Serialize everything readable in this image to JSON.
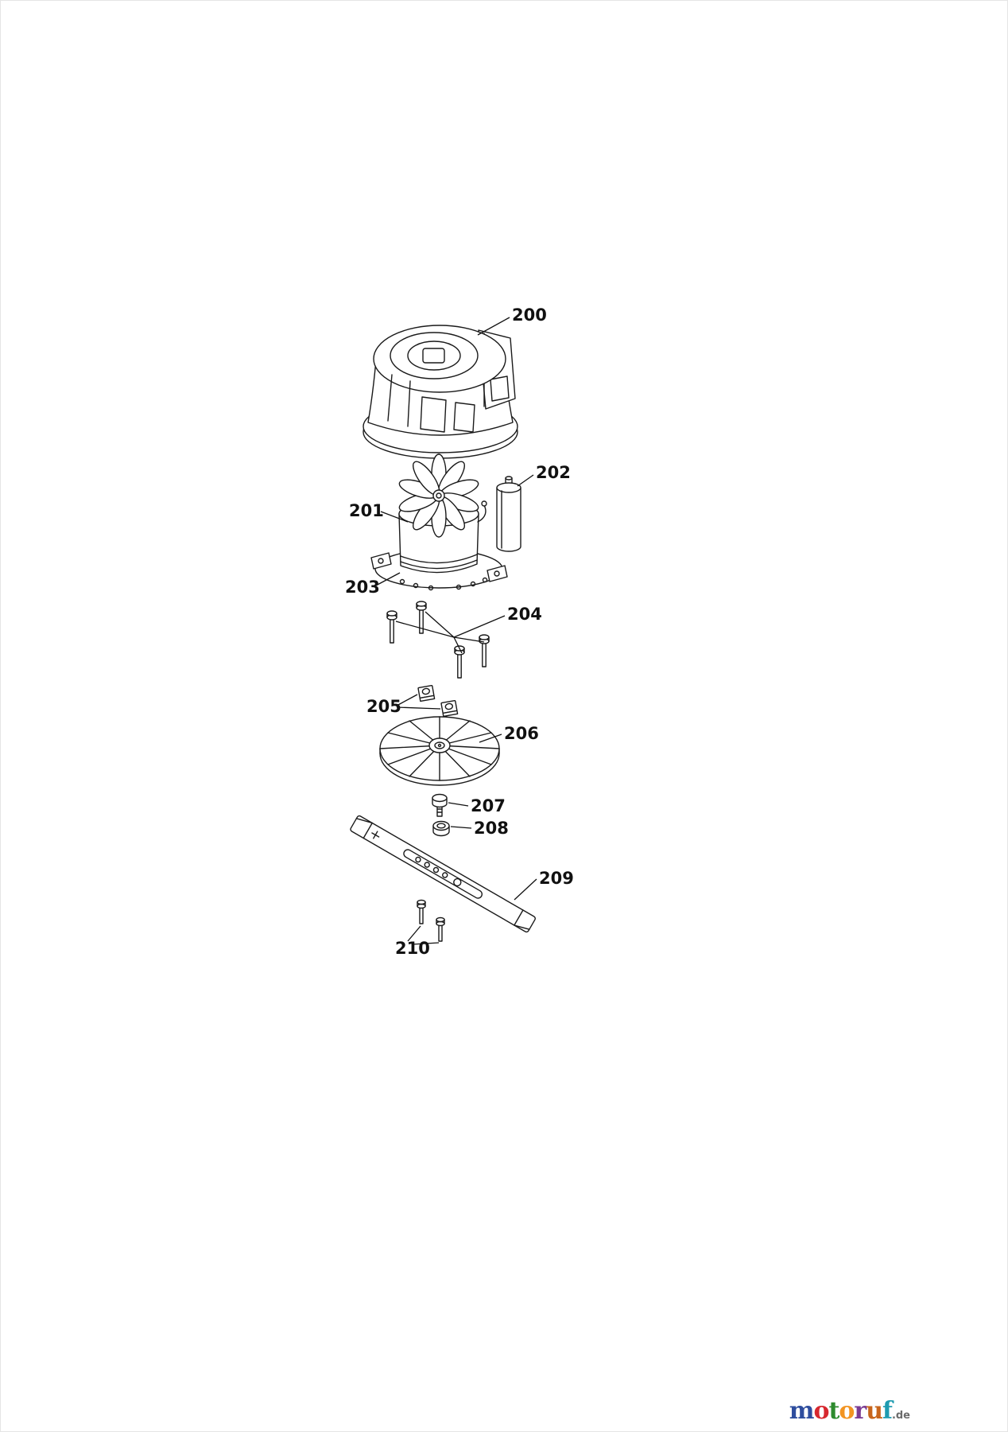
{
  "colors": {
    "background": "#ffffff",
    "line": "#1a1a1a",
    "label_text": "#111111"
  },
  "labels": {
    "p200": "200",
    "p201": "201",
    "p202": "202",
    "p203": "203",
    "p204": "204",
    "p205": "205",
    "p206": "206",
    "p207": "207",
    "p208": "208",
    "p209": "209",
    "p210": "210"
  },
  "logo": {
    "letters": [
      {
        "char": "m",
        "color": "#2e4d9e"
      },
      {
        "char": "o",
        "color": "#d7282f"
      },
      {
        "char": "t",
        "color": "#2e8b2e"
      },
      {
        "char": "o",
        "color": "#f29422"
      },
      {
        "char": "r",
        "color": "#7a3b93"
      },
      {
        "char": "u",
        "color": "#c8651b"
      },
      {
        "char": "f",
        "color": "#1f9bb0"
      }
    ],
    "suffix": ".de",
    "suffix_color": "#6b6b6b"
  }
}
